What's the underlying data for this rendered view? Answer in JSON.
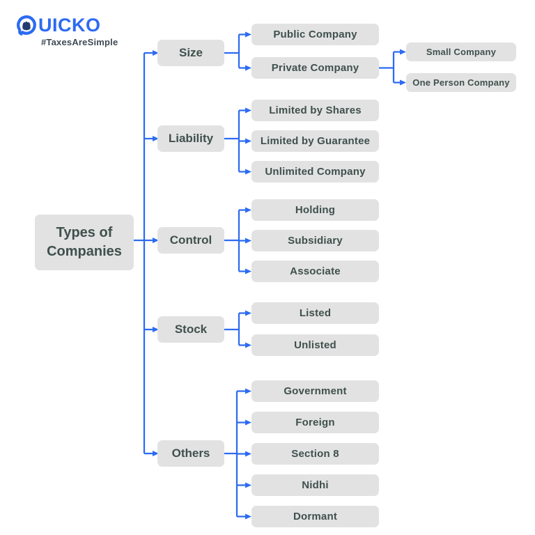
{
  "brand": {
    "name": "QUICKO",
    "name_rest": "UICKO",
    "tagline": "#TaxesAreSimple"
  },
  "icons": {
    "logo": "quicko-q-ring-icon"
  },
  "colors": {
    "accent_blue": "#2C6BF2",
    "logo_navy": "#233B6E",
    "box_fill": "#E2E2E2",
    "text_dark": "#3F504D",
    "tagline_dark": "#3E4A54"
  },
  "tree": {
    "root": {
      "label": "Types of Companies"
    },
    "branches": [
      {
        "label": "Size",
        "children": [
          {
            "label": "Public Company"
          },
          {
            "label": "Private Company",
            "children": [
              {
                "label": "Small Company"
              },
              {
                "label": "One Person Company"
              }
            ]
          }
        ]
      },
      {
        "label": "Liability",
        "children": [
          {
            "label": "Limited by Shares"
          },
          {
            "label": "Limited by Guarantee"
          },
          {
            "label": "Unlimited Company"
          }
        ]
      },
      {
        "label": "Control",
        "children": [
          {
            "label": "Holding"
          },
          {
            "label": "Subsidiary"
          },
          {
            "label": "Associate"
          }
        ]
      },
      {
        "label": "Stock",
        "children": [
          {
            "label": "Listed"
          },
          {
            "label": "Unlisted"
          }
        ]
      },
      {
        "label": "Others",
        "children": [
          {
            "label": "Government"
          },
          {
            "label": "Foreign"
          },
          {
            "label": "Section 8"
          },
          {
            "label": "Nidhi"
          },
          {
            "label": "Dormant"
          }
        ]
      }
    ]
  }
}
